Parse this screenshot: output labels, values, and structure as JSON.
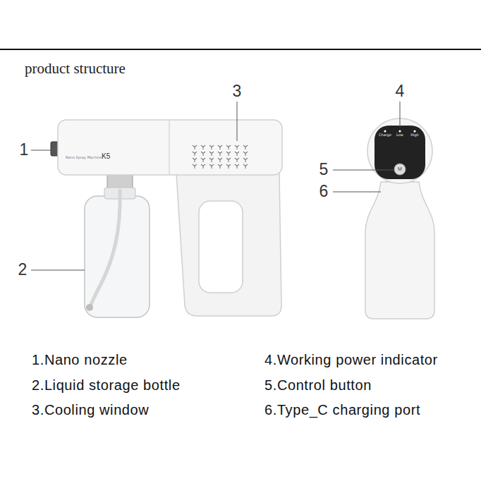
{
  "diagram": {
    "title": "product structure",
    "labels": [
      "1",
      "2",
      "3",
      "4",
      "5",
      "6",
      "Nano Spray Machine",
      "K5",
      "Charge",
      "Low",
      "High",
      "M",
      "1.Nano nozzle",
      "2.Liquid storage bottle",
      "3.Cooling window",
      "4.Working power indicator",
      "5.Control button",
      "6.Type_C charging port"
    ]
  }
}
